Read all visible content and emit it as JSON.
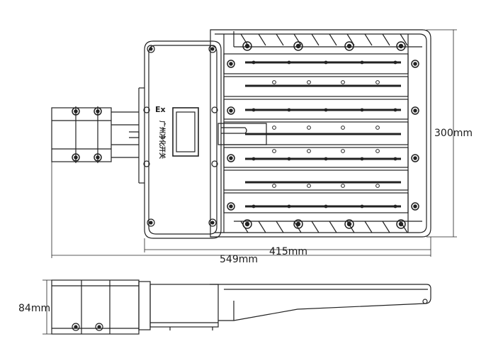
{
  "top_view": {
    "brand_mark": "Ex",
    "nameplate_text": "广州净化开关",
    "dimensions": {
      "height": "300mm",
      "body_length": "415mm",
      "overall_length": "549mm"
    }
  },
  "side_view": {
    "dimensions": {
      "height": "84mm"
    }
  }
}
